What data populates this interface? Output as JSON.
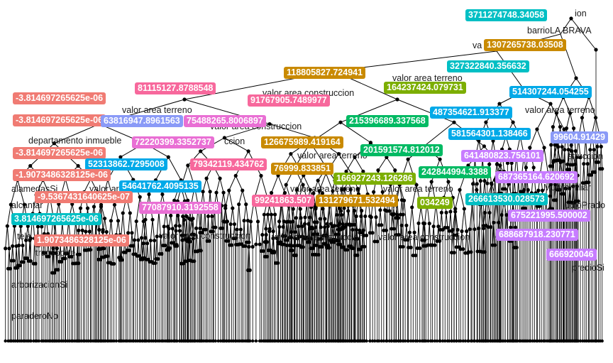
{
  "colors": {
    "salmon": "#f07b73",
    "orange": "#c98a00",
    "olive": "#7cae00",
    "green": "#00ba63",
    "teal": "#00bfc4",
    "blue": "#00a9e8",
    "periwinkle": "#8a9af7",
    "magenta": "#e96fd4",
    "pink": "#f7689c",
    "lavender": "#c77cff",
    "edge": "#000000"
  },
  "node_texts": [
    "ion",
    "barrioLA BRAVA",
    "va",
    "valor area terreno",
    "valor area construccion",
    "valor area terreno",
    "valor area terreno",
    "valor area construccion",
    "valor area terreno",
    "struccion",
    "departamento inmueble",
    "ccion",
    "valor area terreno",
    "valor area terreno",
    "valor area terreno",
    "alamedasSi",
    "alcantar",
    "tele",
    "transporte",
    "arborizacionSi",
    "paraderoNo",
    "valor area construccion",
    "valor area construccion",
    "valor area construccion",
    "Multifamiliar",
    "ccion",
    "udioPrado",
    "predioSi"
  ],
  "values": [
    "3711274748.34058",
    "1307265738.03508",
    "327322840.356632",
    "118805827.724941",
    "164237424.079731",
    "514307244.054255",
    "81115127.8788548",
    "91767905.7489977",
    "-3.814697265625e-06",
    "487354621.913377",
    "-3.814697265625e-06",
    "63816947.8961563",
    "75488265.8006897",
    "215396689.337568",
    "581564301.138466",
    "99604.91429",
    "72220399.3352737",
    "126675989.419164",
    "201591574.812012",
    "-3.814697265625e-06",
    "641480823.756101",
    "52313862.7295008",
    "79342119.434762",
    "76999.833851",
    "242844994.3388",
    "-1.9073486328125e-06",
    "166927243.126286",
    "687365164.620692",
    "54641762.4095135",
    "266613530.028573",
    "-9.5367431640625e-07",
    "99241863.507",
    "131279671.532494",
    "034249",
    "77087910.3192558",
    "3.814697265625e-06",
    "675221995.500002",
    "1.9073486328125e-06",
    "688687918.230771",
    "666920046"
  ]
}
